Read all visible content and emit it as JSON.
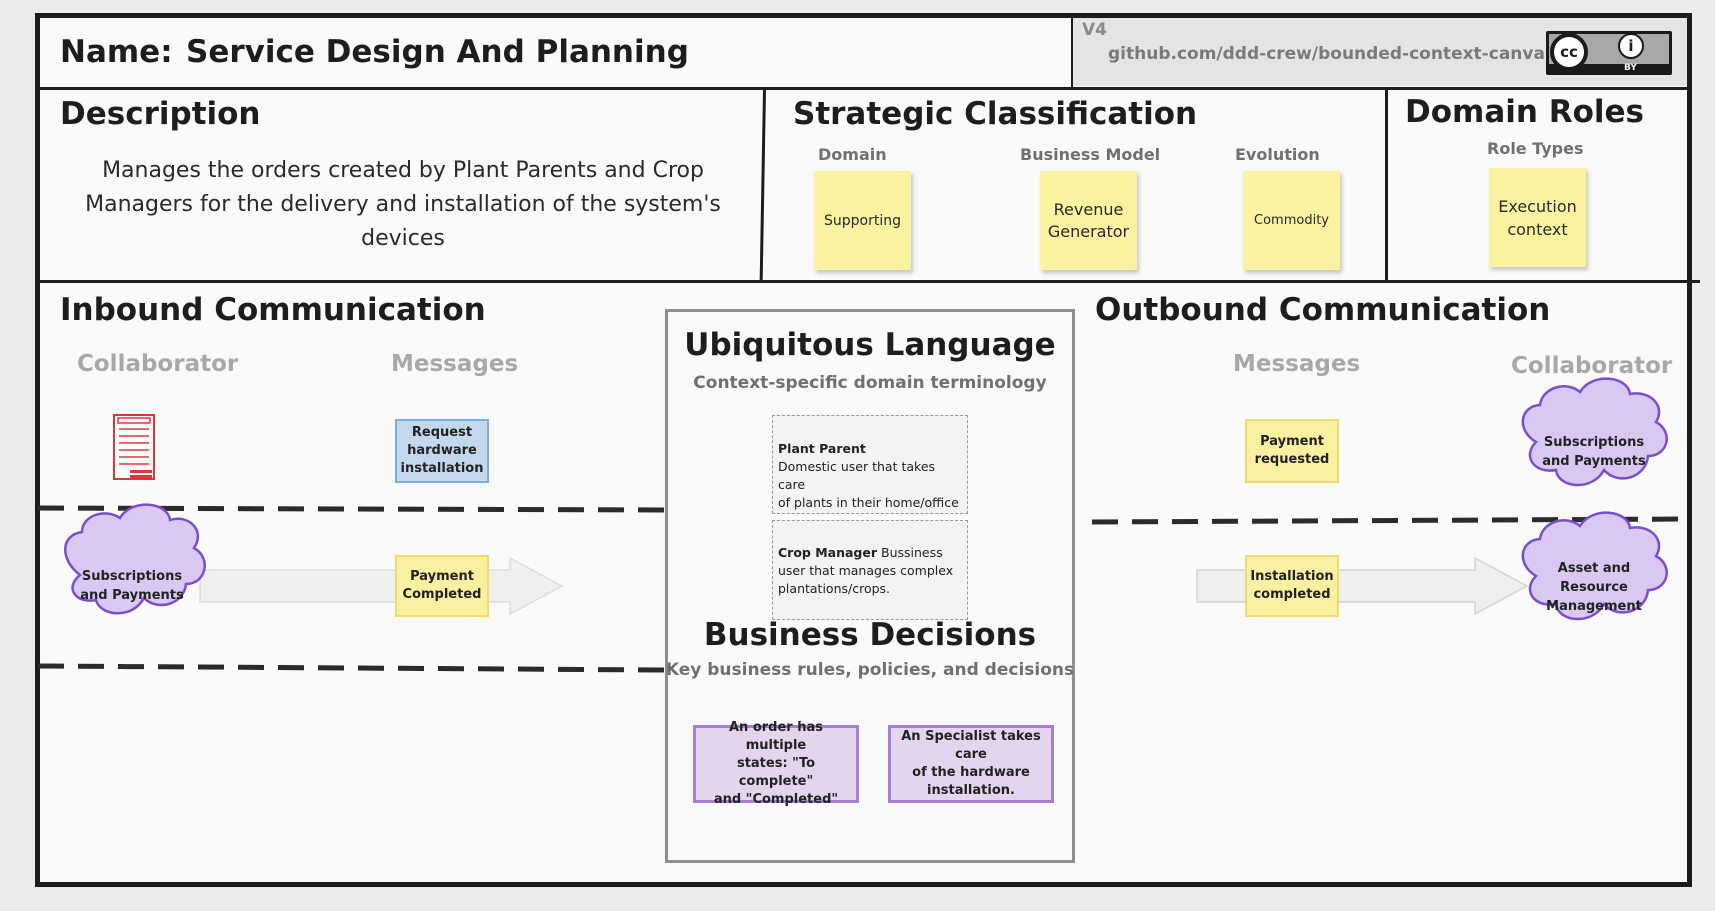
{
  "header": {
    "name_label": "Name:",
    "name_value": "Service Design And Planning",
    "version": "V4",
    "link": "github.com/ddd-crew/bounded-context-canvas",
    "license_badge": {
      "cc": "cc",
      "by": "BY"
    }
  },
  "description": {
    "title": "Description",
    "lines": [
      "Manages the orders created by Plant Parents and Crop",
      "Managers for the delivery and installation of the system's",
      "devices"
    ]
  },
  "strategic": {
    "title": "Strategic Classification",
    "columns": [
      {
        "label": "Domain",
        "sticky": [
          "Supporting"
        ]
      },
      {
        "label": "Business Model",
        "sticky": [
          "Revenue",
          "Generator"
        ]
      },
      {
        "label": "Evolution",
        "sticky": [
          "Commodity"
        ]
      }
    ]
  },
  "domain_roles": {
    "title": "Domain Roles",
    "subtitle": "Role Types",
    "sticky": [
      "Execution",
      "context"
    ]
  },
  "inbound": {
    "title": "Inbound Communication",
    "collaborator_label": "Collaborator",
    "messages_label": "Messages",
    "rows": [
      {
        "collaborator_icon": "server-icon",
        "message": [
          "Request",
          "hardware",
          "installation"
        ]
      },
      {
        "collaborator": [
          "Subscriptions",
          "and Payments"
        ],
        "message": [
          "Payment",
          "Completed"
        ]
      }
    ]
  },
  "ubiquitous": {
    "title": "Ubiquitous Language",
    "subtitle": "Context-specific domain terminology",
    "terms": [
      {
        "term": "Plant Parent",
        "definition": [
          "Domestic user that takes care",
          "of plants in their home/office"
        ]
      },
      {
        "term": "Crop Manager",
        "definition_inline": " Bussiness",
        "definition": [
          "user that manages complex",
          "plantations/crops."
        ]
      }
    ]
  },
  "business_decisions": {
    "title": "Business Decisions",
    "subtitle": "Key business rules, policies, and decisions",
    "items": [
      [
        "An order has multiple",
        "states: \"To complete\"",
        "and \"Completed\""
      ],
      [
        "An Specialist takes care",
        "of the hardware",
        "installation."
      ]
    ]
  },
  "outbound": {
    "title": "Outbound Communication",
    "messages_label": "Messages",
    "collaborator_label": "Collaborator",
    "rows": [
      {
        "message": [
          "Payment",
          "requested"
        ],
        "collaborator": [
          "Subscriptions",
          "and Payments"
        ]
      },
      {
        "message": [
          "Installation",
          "completed"
        ],
        "collaborator": [
          "Asset and",
          "Resource",
          "Management"
        ]
      }
    ]
  },
  "colors": {
    "sticky_yellow": "#fbf2a2",
    "message_blue": "#c3d8ec",
    "cloud_purple": "#d9c9f2",
    "cloud_stroke": "#7a4fc7",
    "decision_purple": "#e3d5ee",
    "border_dark": "#1d1d1d"
  }
}
